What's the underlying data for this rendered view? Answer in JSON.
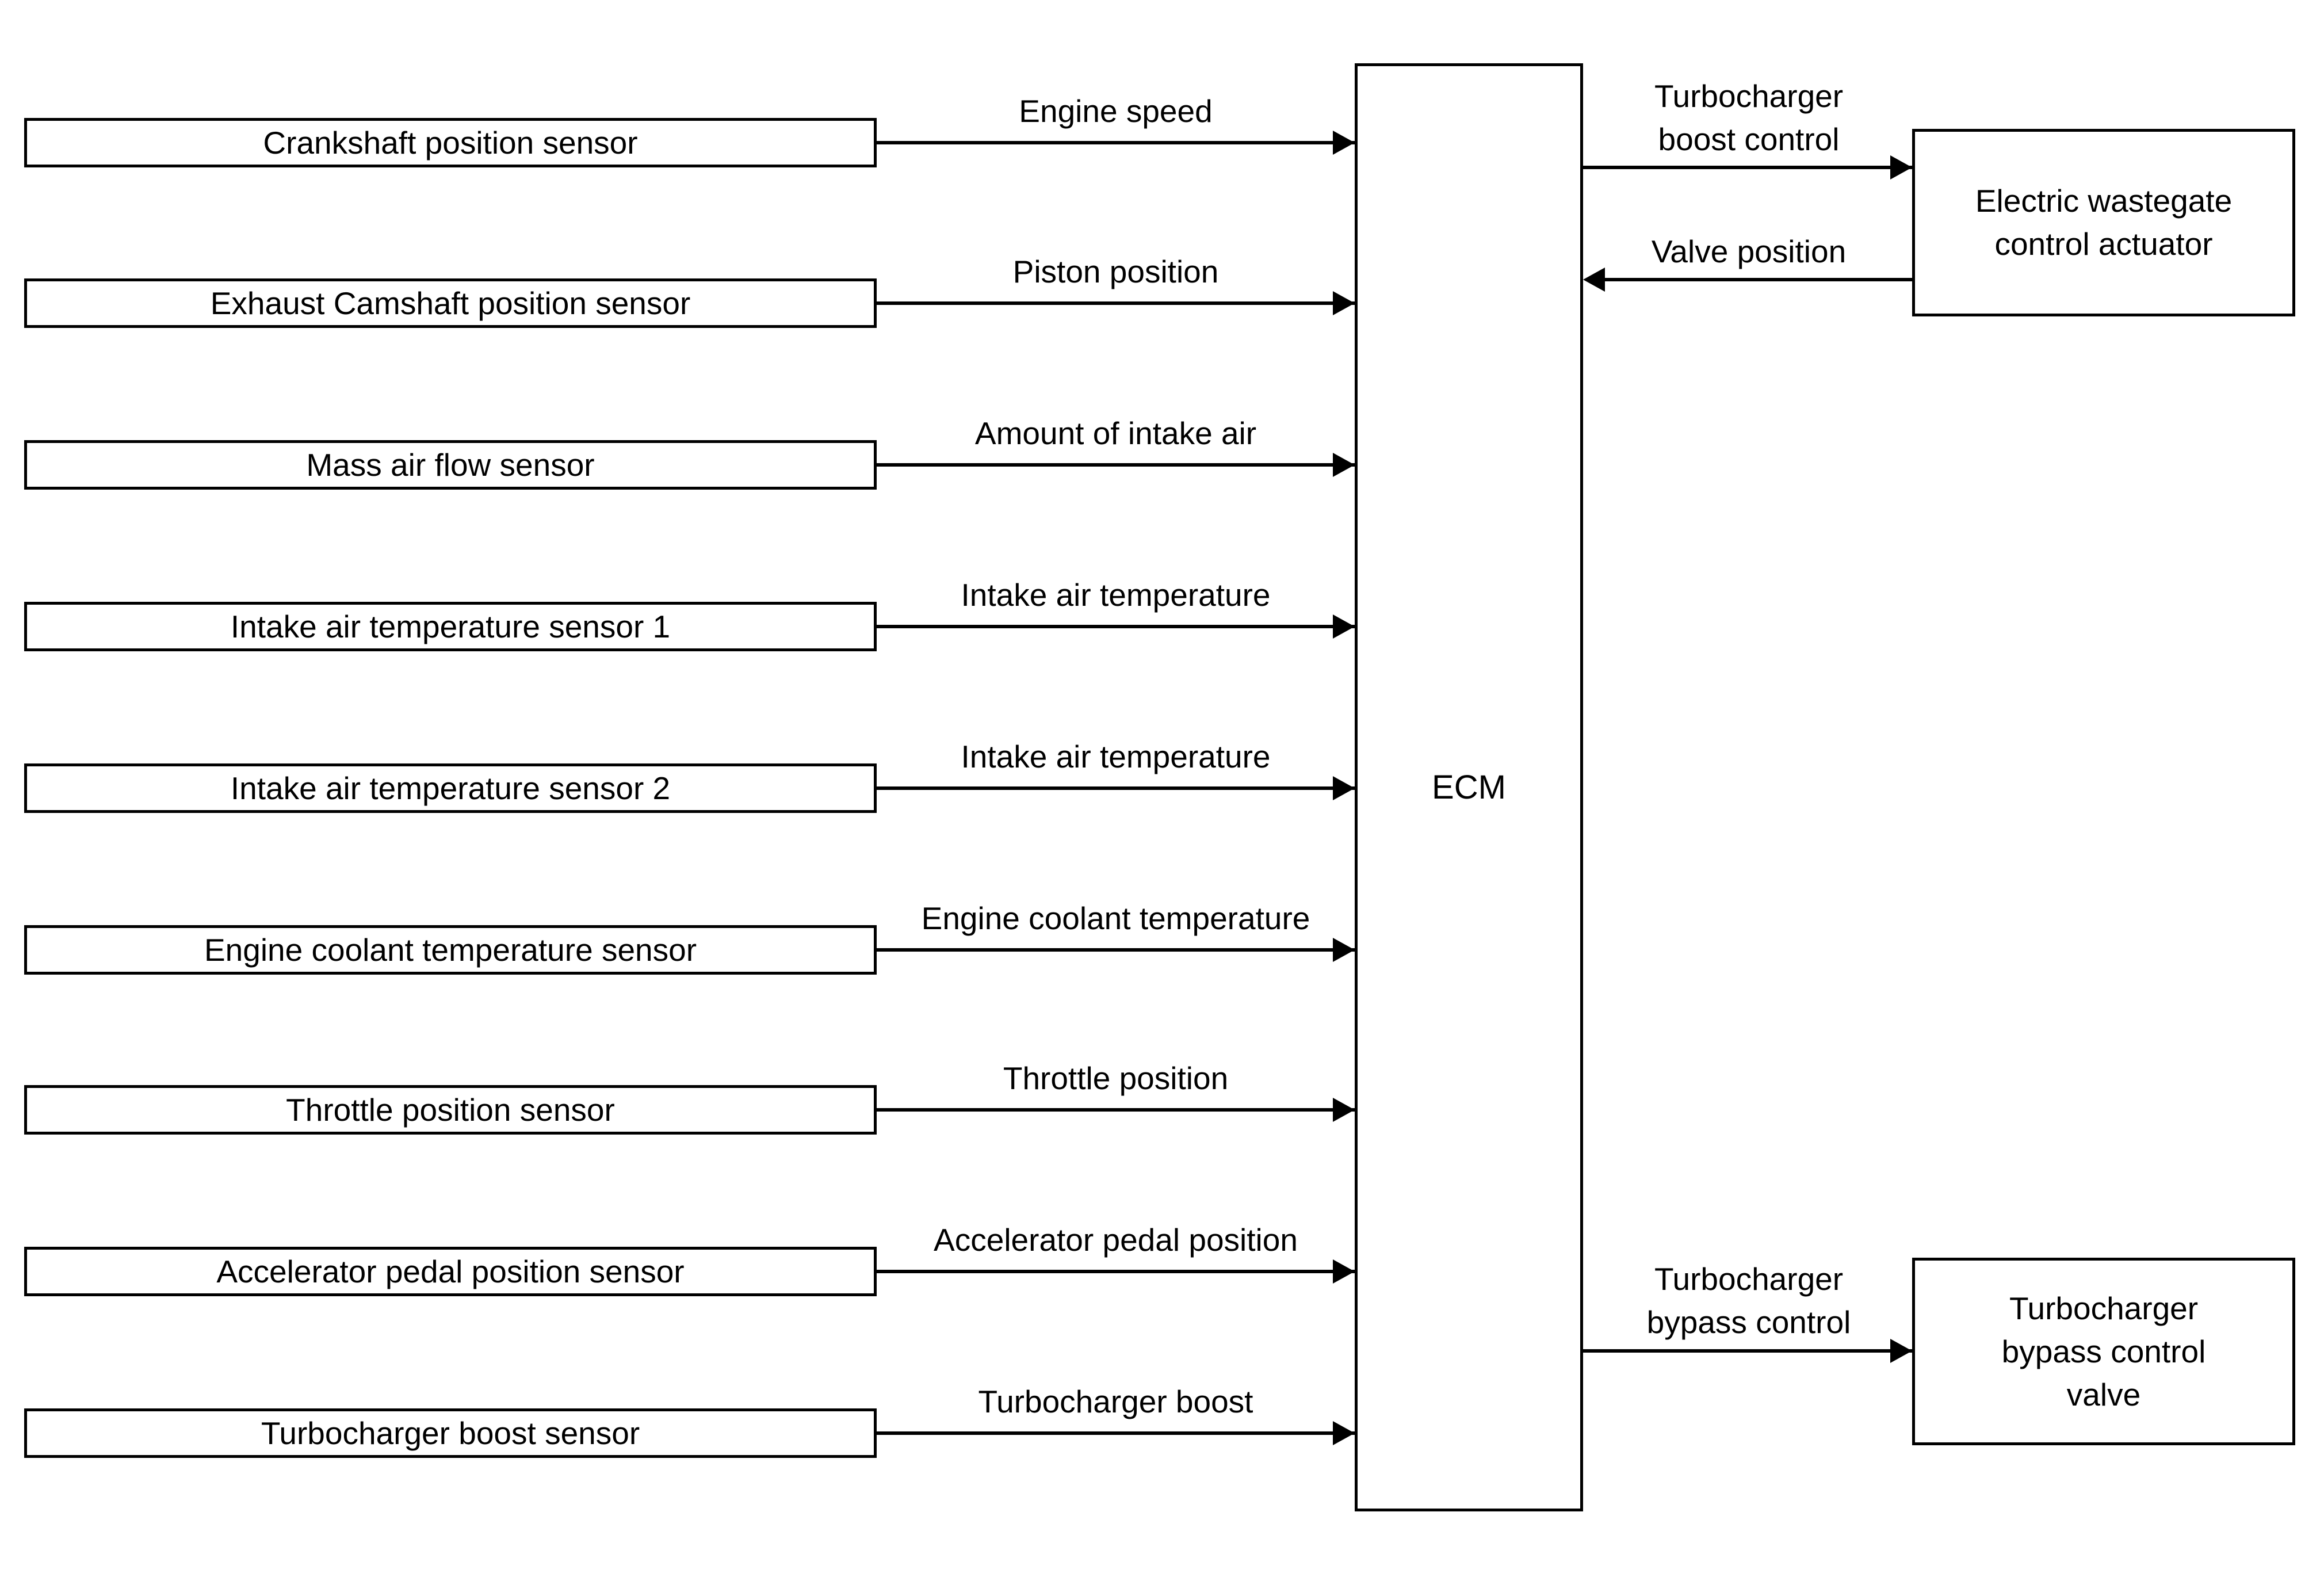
{
  "diagram": {
    "background_color": "#ffffff",
    "line_color": "#000000",
    "ecm": {
      "label": "ECM"
    },
    "sensors": [
      {
        "name": "Crankshaft position sensor",
        "signal": "Engine speed"
      },
      {
        "name": "Exhaust Camshaft position sensor",
        "signal": "Piston position"
      },
      {
        "name": "Mass air flow sensor",
        "signal": "Amount of intake air"
      },
      {
        "name": "Intake air temperature sensor 1",
        "signal": "Intake air temperature"
      },
      {
        "name": "Intake air temperature sensor 2",
        "signal": "Intake air temperature"
      },
      {
        "name": "Engine coolant temperature sensor",
        "signal": "Engine coolant temperature"
      },
      {
        "name": "Throttle position sensor",
        "signal": "Throttle position"
      },
      {
        "name": "Accelerator pedal position sensor",
        "signal": "Accelerator pedal position"
      },
      {
        "name": "Turbocharger boost sensor",
        "signal": "Turbocharger boost"
      }
    ],
    "actuators": {
      "wastegate": {
        "name": "Electric wastegate control actuator",
        "command_signal": "Turbocharger boost control",
        "feedback_signal": "Valve position"
      },
      "bypass": {
        "name": "Turbocharger bypass control valve",
        "command_signal": "Turbocharger bypass control"
      }
    }
  }
}
